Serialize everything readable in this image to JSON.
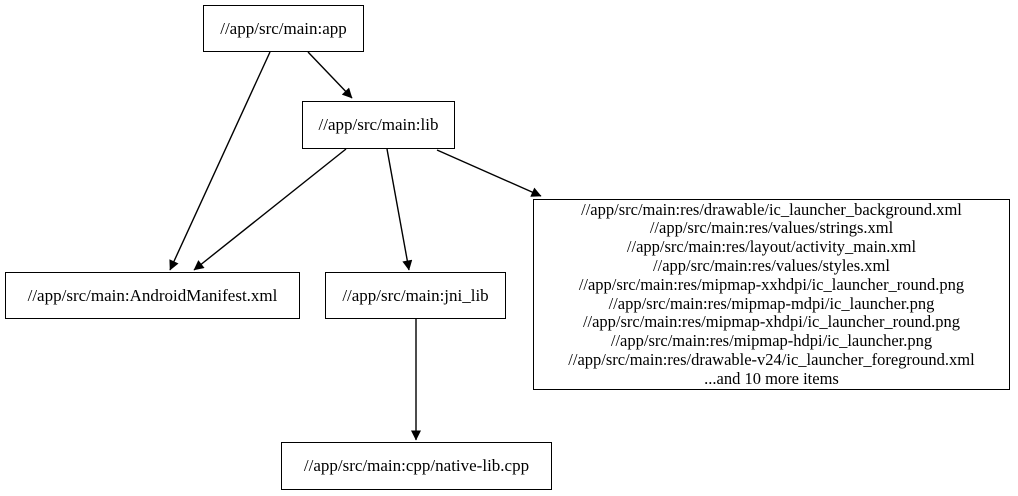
{
  "diagram": {
    "type": "dependency-graph",
    "background_color": "#ffffff",
    "node_border_color": "#000000",
    "node_fill_color": "#ffffff",
    "edge_color": "#000000",
    "text_color": "#000000",
    "nodes": {
      "app": {
        "label": "//app/src/main:app"
      },
      "lib": {
        "label": "//app/src/main:lib"
      },
      "manifest": {
        "label": "//app/src/main:AndroidManifest.xml"
      },
      "jni_lib": {
        "label": "//app/src/main:jni_lib"
      },
      "native_cpp": {
        "label": "//app/src/main:cpp/native-lib.cpp"
      },
      "resources": {
        "lines": [
          "//app/src/main:res/drawable/ic_launcher_background.xml",
          "//app/src/main:res/values/strings.xml",
          "//app/src/main:res/layout/activity_main.xml",
          "//app/src/main:res/values/styles.xml",
          "//app/src/main:res/mipmap-xxhdpi/ic_launcher_round.png",
          "//app/src/main:res/mipmap-mdpi/ic_launcher.png",
          "//app/src/main:res/mipmap-xhdpi/ic_launcher_round.png",
          "//app/src/main:res/mipmap-hdpi/ic_launcher.png",
          "//app/src/main:res/drawable-v24/ic_launcher_foreground.xml",
          "...and 10 more items"
        ]
      }
    },
    "edges": [
      {
        "from": "app",
        "to": "manifest"
      },
      {
        "from": "app",
        "to": "lib"
      },
      {
        "from": "lib",
        "to": "manifest"
      },
      {
        "from": "lib",
        "to": "jni_lib"
      },
      {
        "from": "lib",
        "to": "resources"
      },
      {
        "from": "jni_lib",
        "to": "native_cpp"
      }
    ]
  }
}
